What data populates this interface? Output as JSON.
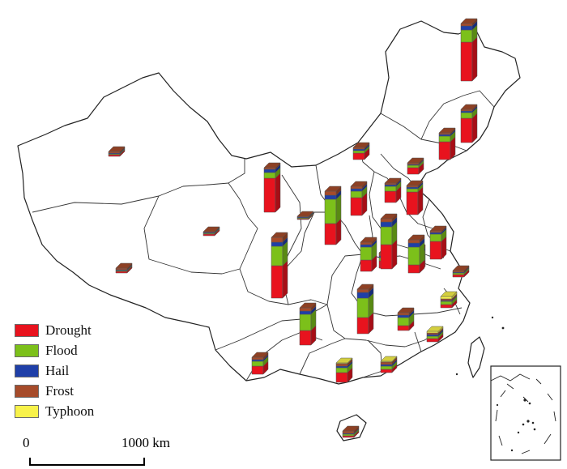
{
  "legend": {
    "items": [
      {
        "label": "Drought",
        "color": "#e8131e"
      },
      {
        "label": "Flood",
        "color": "#7cc01a"
      },
      {
        "label": "Hail",
        "color": "#1f3fa8"
      },
      {
        "label": "Frost",
        "color": "#a64b2a"
      },
      {
        "label": "Typhoon",
        "color": "#f8f24a"
      }
    ]
  },
  "scale_bar": {
    "start_label": "0",
    "end_label": "1000 km"
  },
  "chart_data": {
    "type": "bar",
    "categories": [
      "Drought",
      "Flood",
      "Hail",
      "Frost",
      "Typhoon"
    ],
    "series": [
      {
        "values": [
          48,
          15,
          5,
          3,
          0
        ]
      },
      {
        "values": [
          30,
          7,
          2,
          2,
          0
        ]
      },
      {
        "values": [
          22,
          7,
          2,
          2,
          0
        ]
      },
      {
        "values": [
          8,
          3,
          2,
          2,
          0
        ]
      },
      {
        "values": [
          42,
          7,
          4,
          2,
          0
        ]
      },
      {
        "values": [
          22,
          8,
          3,
          3,
          0
        ]
      },
      {
        "values": [
          14,
          16,
          3,
          3,
          0
        ]
      },
      {
        "values": [
          9,
          4,
          2,
          4,
          0
        ]
      },
      {
        "values": [
          8,
          12,
          3,
          4,
          0
        ]
      },
      {
        "values": [
          22,
          9,
          2,
          2,
          0
        ]
      },
      {
        "values": [
          28,
          4,
          2,
          2,
          0
        ]
      },
      {
        "values": [
          14,
          6,
          2,
          2,
          0
        ]
      },
      {
        "values": [
          8,
          3,
          1,
          2,
          0
        ]
      },
      {
        "values": [
          26,
          30,
          5,
          5,
          0
        ]
      },
      {
        "values": [
          30,
          22,
          6,
          4,
          0
        ]
      },
      {
        "values": [
          20,
          24,
          7,
          4,
          0
        ]
      },
      {
        "values": [
          10,
          22,
          5,
          4,
          0
        ]
      },
      {
        "values": [
          2,
          1,
          1,
          2,
          0
        ]
      },
      {
        "values": [
          2,
          1,
          1,
          1,
          0
        ]
      },
      {
        "values": [
          2,
          1,
          1,
          2,
          0
        ]
      },
      {
        "values": [
          1,
          1,
          1,
          1,
          0
        ]
      },
      {
        "values": [
          40,
          24,
          5,
          6,
          0
        ]
      },
      {
        "values": [
          18,
          20,
          4,
          4,
          0
        ]
      },
      {
        "values": [
          4,
          4,
          1,
          2,
          3
        ]
      },
      {
        "values": [
          6,
          10,
          3,
          3,
          0
        ]
      },
      {
        "values": [
          10,
          6,
          2,
          3,
          0
        ]
      },
      {
        "values": [
          12,
          6,
          2,
          3,
          1
        ]
      },
      {
        "values": [
          4,
          4,
          2,
          3,
          1
        ]
      },
      {
        "values": [
          4,
          3,
          2,
          2,
          2
        ]
      },
      {
        "values": [
          2,
          2,
          1,
          3,
          0
        ]
      },
      {
        "values": [
          3,
          2,
          1,
          2,
          0
        ]
      }
    ]
  }
}
